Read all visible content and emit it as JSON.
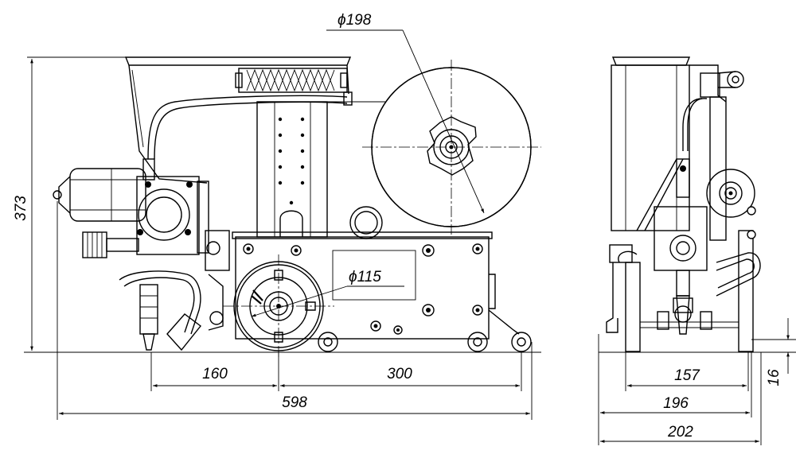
{
  "drawing": {
    "dimensions": {
      "height_total": "373",
      "reel_diameter": "ϕ198",
      "wheel_diameter": "ϕ115",
      "offset_left": "160",
      "wheel_spacing": "300",
      "overall_length": "598",
      "side_inner": "157",
      "side_mid": "196",
      "side_outer": "202",
      "ground_clearance": "16"
    }
  }
}
